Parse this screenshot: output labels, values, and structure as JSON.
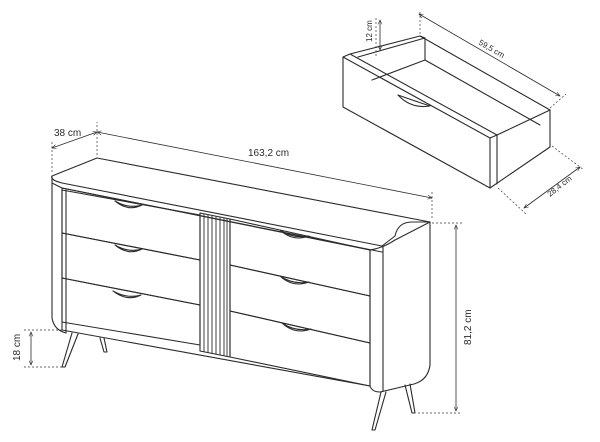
{
  "dimensions": {
    "depth": "38 cm",
    "width": "163,2 cm",
    "height": "81,2 cm",
    "leg_height": "18 cm",
    "drawer_height": "12 cm",
    "drawer_width": "59,5 cm",
    "drawer_depth": "28,4 cm"
  }
}
